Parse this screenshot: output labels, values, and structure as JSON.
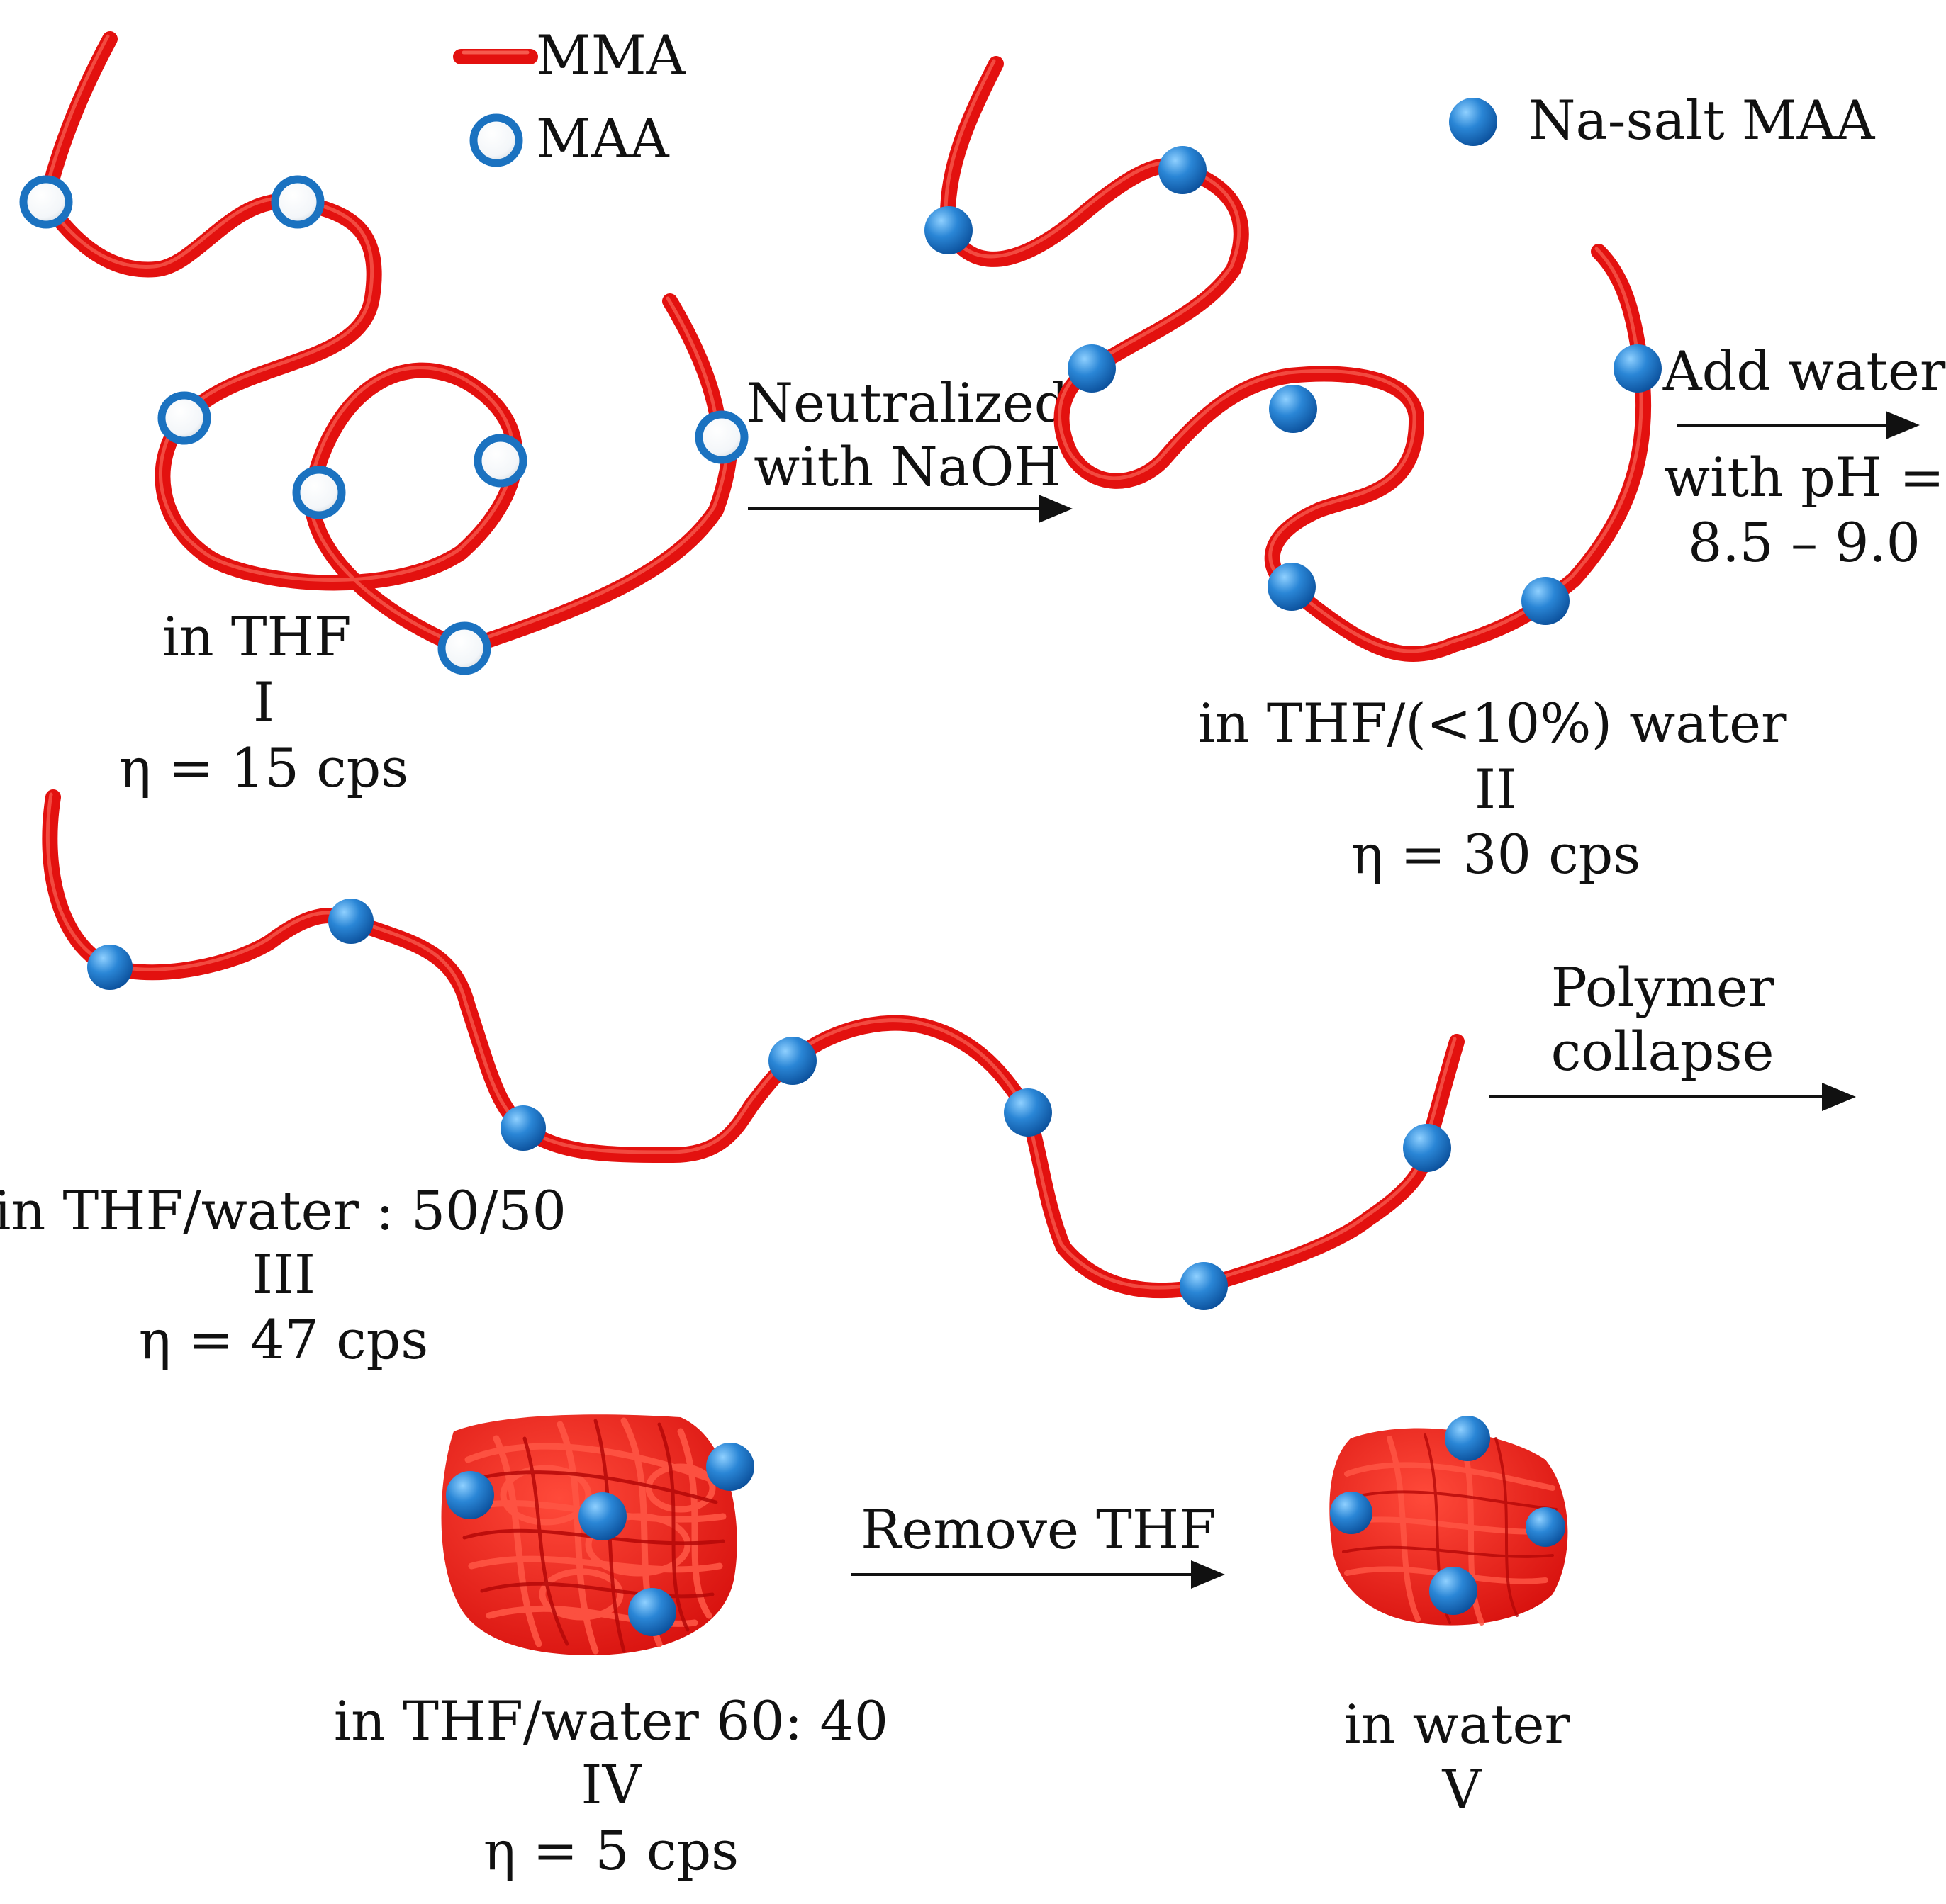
{
  "legend": {
    "mma_label": "MMA",
    "maa_label": "MAA",
    "na_salt_label": "Na-salt MAA"
  },
  "colors": {
    "chain": "#e3110f",
    "chain_highlight": "#ff6b5a",
    "bead_blue": "#1f6fc2",
    "bead_blue_light": "#7fc0f2",
    "bead_open_ring": "#1b72c0",
    "arrow": "#111111"
  },
  "states": [
    {
      "id": "I",
      "solvent": "in THF",
      "numeral": "I",
      "viscosity": "η = 15 cps"
    },
    {
      "id": "II",
      "solvent": "in THF/(<10%) water",
      "numeral": "II",
      "viscosity": "η = 30 cps"
    },
    {
      "id": "III",
      "solvent": "in THF/water : 50/50",
      "numeral": "III",
      "viscosity": "η = 47 cps"
    },
    {
      "id": "IV",
      "solvent": "in THF/water 60: 40",
      "numeral": "IV",
      "viscosity": "η = 5 cps"
    },
    {
      "id": "V",
      "solvent": "in water",
      "numeral": "V"
    }
  ],
  "steps": [
    {
      "id": "neutralize",
      "line1": "Neutralized",
      "line2": "with NaOH"
    },
    {
      "id": "add-water",
      "line1": "Add water",
      "line2": "with pH =",
      "line3": "8.5 – 9.0"
    },
    {
      "id": "collapse",
      "line1": "Polymer",
      "line2": "collapse"
    },
    {
      "id": "remove-thf",
      "line1": "Remove THF"
    }
  ]
}
